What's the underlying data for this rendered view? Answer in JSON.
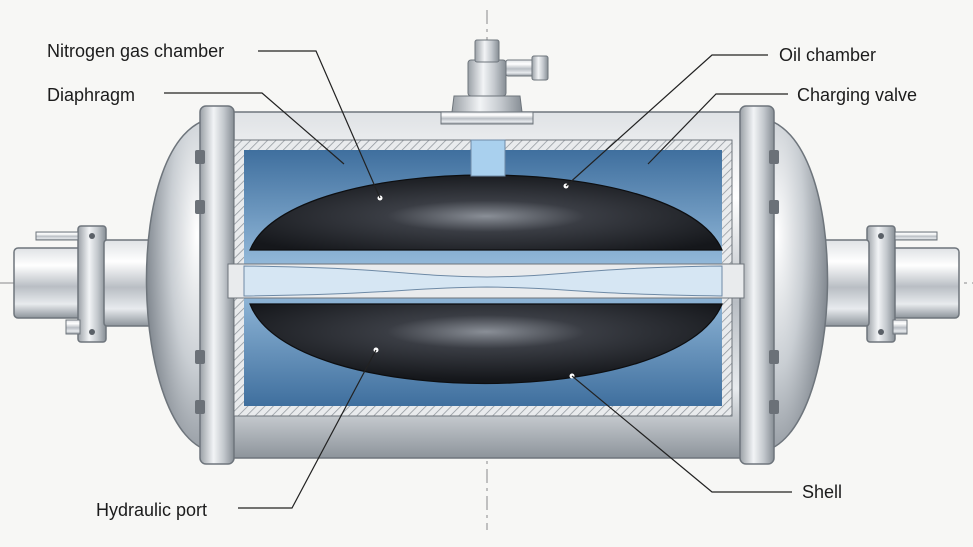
{
  "labels": {
    "nitrogen_gas_chamber": "Nitrogen gas chamber",
    "diaphragm": "Diaphragm",
    "oil_chamber": "Oil chamber",
    "charging_valve": "Charging valve",
    "hydraulic_port": "Hydraulic port",
    "shell": "Shell"
  },
  "colors": {
    "background": "#f7f7f5",
    "steel_light": "#eef0f2",
    "steel_mid": "#b9bec4",
    "steel_dark": "#7c838b",
    "chamber_blue": "#4f7fae",
    "chamber_blue_light": "#9cc1e0",
    "bladder_dark": "#1d1f24",
    "bladder_highlight": "#9a9ea6",
    "leader_line": "#222222"
  }
}
